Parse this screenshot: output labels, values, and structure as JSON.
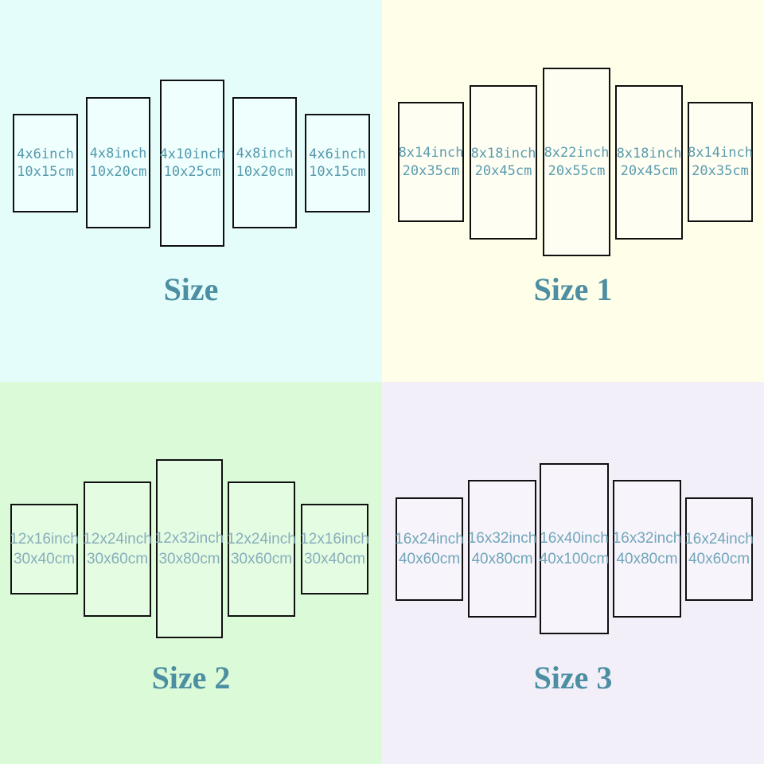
{
  "image_type": "canvas-wall-art-size-chart",
  "border_color": "#101010",
  "quadrants": [
    {
      "key": "size",
      "title": "Size",
      "bg_color": "#e4fdfb",
      "panel_fill": "#eefffe",
      "text_color": "#5699ad",
      "title_color": "#4d8fa2",
      "panels": [
        {
          "inch": "4x6inch",
          "cm": "10x15cm"
        },
        {
          "inch": "4x8inch",
          "cm": "10x20cm"
        },
        {
          "inch": "4x10inch",
          "cm": "10x25cm"
        },
        {
          "inch": "4x8inch",
          "cm": "10x20cm"
        },
        {
          "inch": "4x6inch",
          "cm": "10x15cm"
        }
      ]
    },
    {
      "key": "size-1",
      "title": "Size 1",
      "bg_color": "#fffee9",
      "panel_fill": "#fffef3",
      "text_color": "#5a9cae",
      "title_color": "#4d8fa2",
      "panels": [
        {
          "inch": "8x14inch",
          "cm": "20x35cm"
        },
        {
          "inch": "8x18inch",
          "cm": "20x45cm"
        },
        {
          "inch": "8x22inch",
          "cm": "20x55cm"
        },
        {
          "inch": "8x18inch",
          "cm": "20x45cm"
        },
        {
          "inch": "8x14inch",
          "cm": "20x35cm"
        }
      ]
    },
    {
      "key": "size-2",
      "title": "Size 2",
      "bg_color": "#dbfad8",
      "panel_fill": "#e4fce1",
      "text_color": "#87aebc",
      "title_color": "#4d8fa2",
      "panels": [
        {
          "inch": "12x16inch",
          "cm": "30x40cm"
        },
        {
          "inch": "12x24inch",
          "cm": "30x60cm"
        },
        {
          "inch": "12x32inch",
          "cm": "30x80cm"
        },
        {
          "inch": "12x24inch",
          "cm": "30x60cm"
        },
        {
          "inch": "12x16inch",
          "cm": "30x40cm"
        }
      ]
    },
    {
      "key": "size-3",
      "title": "Size 3",
      "bg_color": "#f3eff9",
      "panel_fill": "#f7f4fb",
      "text_color": "#72a6ba",
      "title_color": "#4d8fa2",
      "panels": [
        {
          "inch": "16x24inch",
          "cm": "40x60cm"
        },
        {
          "inch": "16x32inch",
          "cm": "40x80cm"
        },
        {
          "inch": "16x40inch",
          "cm": "40x100cm"
        },
        {
          "inch": "16x32inch",
          "cm": "40x80cm"
        },
        {
          "inch": "16x24inch",
          "cm": "40x60cm"
        }
      ]
    }
  ]
}
